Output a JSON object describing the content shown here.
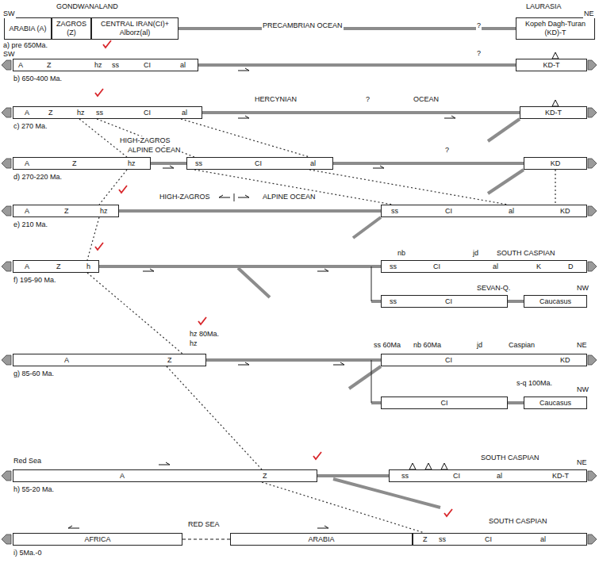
{
  "diagram": {
    "nodes": [
      {
        "text": [
          "ARABIA (A)"
        ]
      },
      {
        "text": [
          "ZAGROS (Z)"
        ]
      },
      {
        "text": [
          "CENTRAL IRAN(CI)+ Alborz(al)"
        ]
      },
      {
        "text": [
          "Kopeh Dagh-Turan (KD)-T"
        ]
      },
      {
        "text": [
          "A",
          "Z",
          "hz",
          "ss",
          "CI",
          "al"
        ]
      },
      {
        "text": [
          "KD-T"
        ]
      },
      {
        "text": [
          "A",
          "Z",
          "hz",
          "ss",
          "CI",
          "al"
        ]
      },
      {
        "text": [
          "KD-T"
        ]
      },
      {
        "text": [
          "A",
          "Z",
          "hz"
        ]
      },
      {
        "text": [
          "ss",
          "CI",
          "al"
        ]
      },
      {
        "text": [
          "KD"
        ]
      },
      {
        "text": [
          "A",
          "Z",
          "hz"
        ]
      },
      {
        "text": [
          "ss",
          "CI",
          "al",
          "KD"
        ]
      },
      {
        "text": [
          "A",
          "Z",
          "h"
        ]
      },
      {
        "text": [
          "ss",
          "CI",
          "al",
          "K",
          "D"
        ]
      },
      {
        "text": [
          "ss",
          "CI"
        ]
      },
      {
        "text": [
          "Caucasus"
        ]
      },
      {
        "text": [
          "A",
          "Z"
        ]
      },
      {
        "text": [
          "CI",
          "KD"
        ]
      },
      {
        "text": [
          "CI"
        ]
      },
      {
        "text": [
          "Caucasus"
        ]
      },
      {
        "text": [
          "A",
          "Z"
        ]
      },
      {
        "text": [
          "ss",
          "CI",
          "al",
          "KD-T"
        ]
      },
      {
        "text": [
          "AFRICA"
        ]
      },
      {
        "text": [
          "ARABIA"
        ]
      },
      {
        "text": [
          "Z",
          "ss",
          "CI",
          "al"
        ]
      }
    ],
    "edges": [
      {
        "from": 6,
        "to": 8,
        "arrow": "none"
      },
      {
        "from": 6,
        "to": 9,
        "arrow": "none"
      },
      {
        "from": 6,
        "to": 9,
        "arrow": "none"
      },
      {
        "from": 8,
        "to": 11,
        "arrow": "none"
      },
      {
        "from": 9,
        "to": 12,
        "arrow": "none"
      },
      {
        "from": 9,
        "to": 12,
        "arrow": "none"
      },
      {
        "from": 10,
        "to": 12,
        "arrow": "none"
      },
      {
        "from": 11,
        "to": 13,
        "arrow": "none"
      },
      {
        "from": 13,
        "to": 17,
        "arrow": "none"
      },
      {
        "from": 17,
        "to": 21,
        "arrow": "none"
      },
      {
        "from": 21,
        "to": 25,
        "arrow": "none"
      }
    ],
    "labels": [
      "GONDWANALAND",
      "LAURASIA",
      "SW",
      "NE",
      "PRECAMBRIAN OCEAN",
      "?",
      "a) pre 650Ma.",
      "SW",
      "?",
      "b) 650-400 Ma.",
      "HERCYNIAN",
      "?",
      "OCEAN",
      "c) 270 Ma.",
      "HIGH-ZAGROS",
      "ALPINE OCEAN",
      "?",
      "d) 270-220 Ma.",
      "HIGH-ZAGROS",
      "ALPINE OCEAN",
      "e) 210 Ma.",
      "nb",
      "jd",
      "SOUTH CASPIAN",
      "SEVAN-Q.",
      "NW",
      "f) 195-90 Ma.",
      "hz 80Ma.",
      "hz",
      "ss 60Ma",
      "nb 60Ma",
      "jd",
      "Caspian",
      "NE",
      "s-q 100Ma.",
      "NW",
      "g) 85-60 Ma.",
      "Red Sea",
      "SOUTH CASPIAN",
      "NE",
      "h) 55-20 Ma.",
      "RED SEA",
      "SOUTH CASPIAN",
      "i) 5Ma.-0"
    ]
  }
}
